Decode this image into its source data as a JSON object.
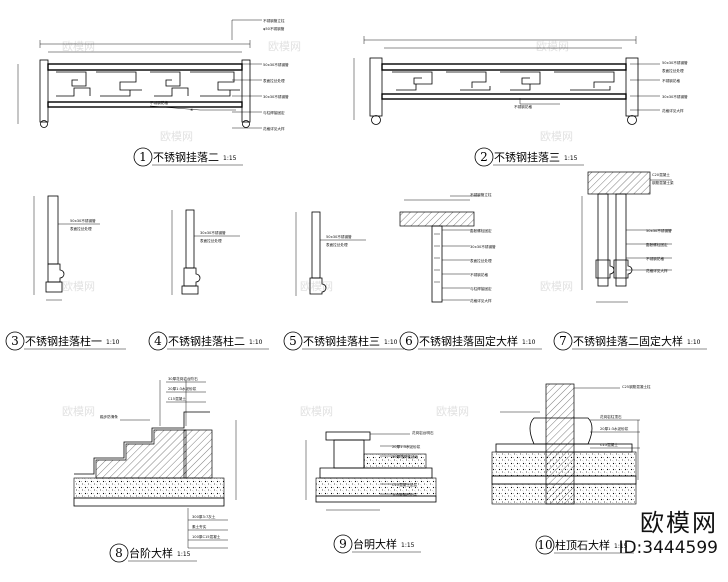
{
  "drawings": [
    {
      "num": "1",
      "title": "不锈钢挂落二",
      "scale": "1:15"
    },
    {
      "num": "2",
      "title": "不锈钢挂落三",
      "scale": "1:15"
    },
    {
      "num": "3",
      "title": "不锈钢挂落柱一",
      "scale": "1:10"
    },
    {
      "num": "4",
      "title": "不锈钢挂落柱二",
      "scale": "1:10"
    },
    {
      "num": "5",
      "title": "不锈钢挂落柱三",
      "scale": "1:10"
    },
    {
      "num": "6",
      "title": "不锈钢挂落固定大样",
      "scale": "1:10"
    },
    {
      "num": "7",
      "title": "不锈钢挂落二固定大样",
      "scale": "1:10"
    },
    {
      "num": "8",
      "title": "台阶大样",
      "scale": "1:15"
    },
    {
      "num": "9",
      "title": "台明大样",
      "scale": "1:15"
    },
    {
      "num": "10",
      "title": "柱顶石大样",
      "scale": "1:15"
    }
  ],
  "watermark": {
    "text": "欧模网"
  },
  "brand": {
    "name": "欧模网",
    "id": "ID:3444599"
  }
}
